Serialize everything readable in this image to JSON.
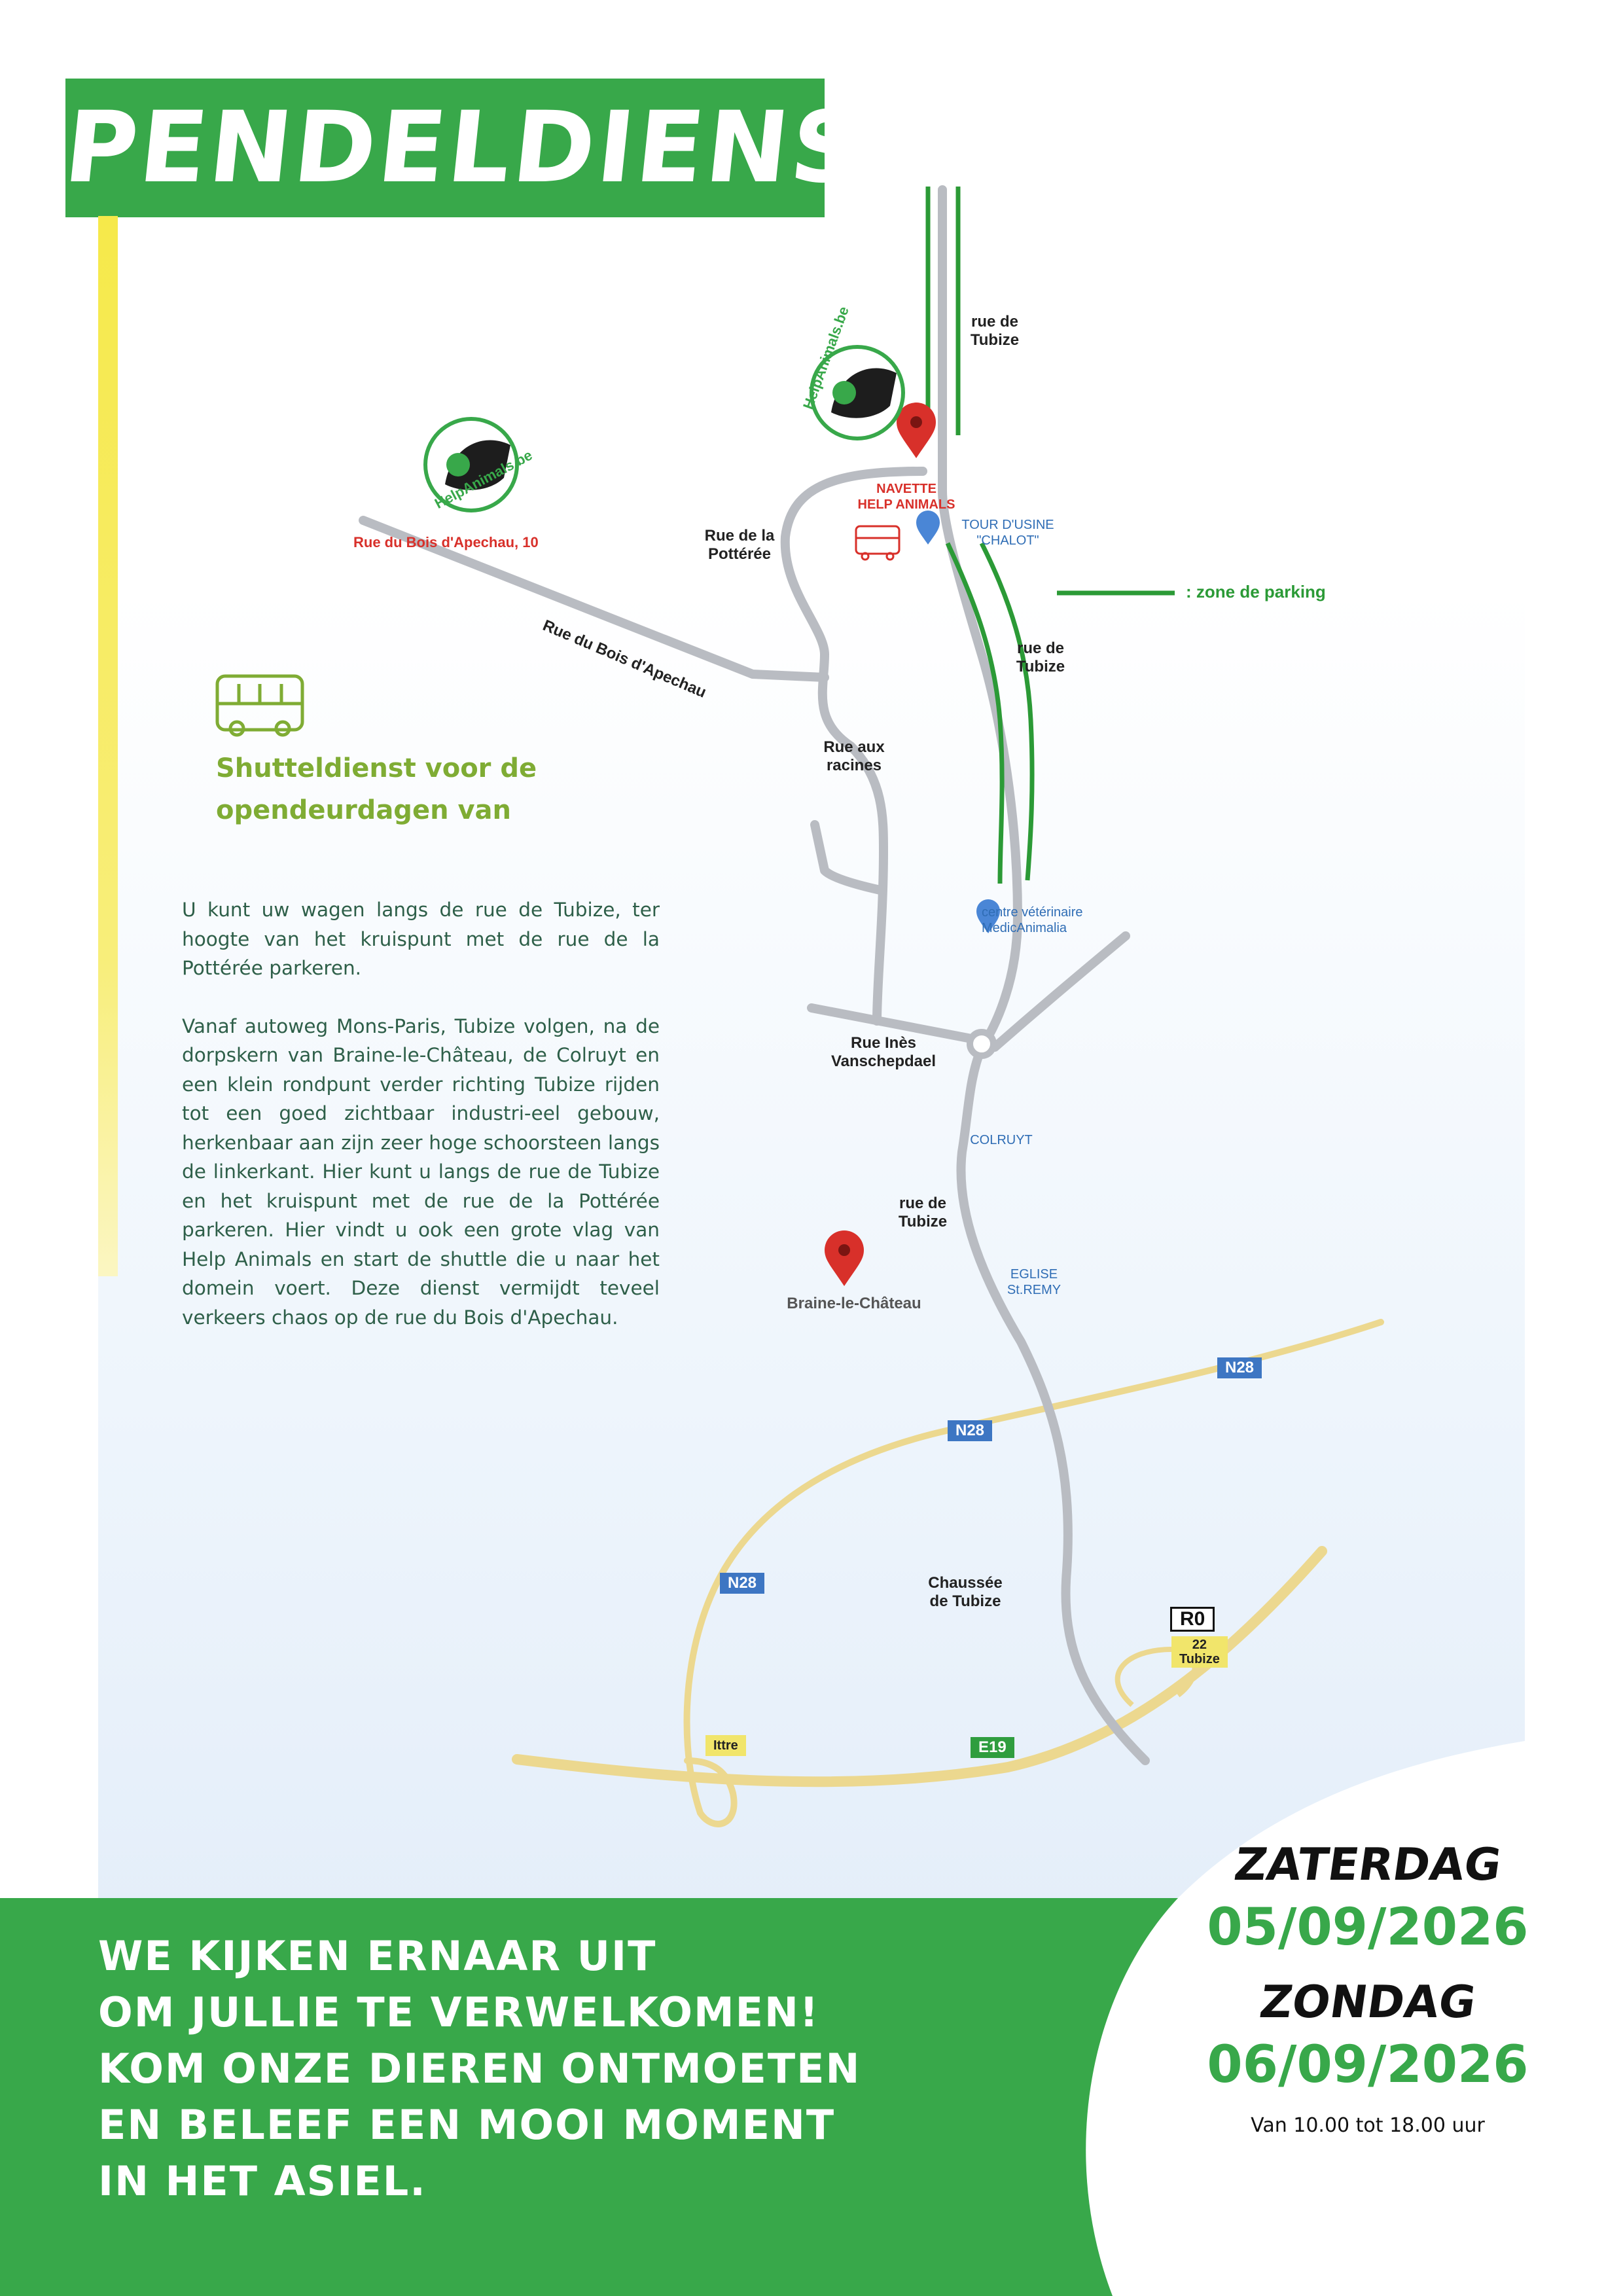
{
  "title": "PENDELDIENST",
  "colors": {
    "brand_green": "#38a84a",
    "accent_yellow": "#f6e94a",
    "road_gray": "#b9bcc2",
    "highway_yellow": "#ecd88f",
    "parking_green": "#2b9a36",
    "pin_red": "#d8302a",
    "pin_blue": "#4a86d6"
  },
  "logos": {
    "brand": "HelpAnimals.be",
    "icon": "animals-logo-icon"
  },
  "map": {
    "address": "Rue du Bois d'Apechau, 10",
    "roads": {
      "bois_apechau": "Rue du Bois d'Apechau",
      "potteree": "Rue de la\nPottérée",
      "racines": "Rue aux\nracines",
      "ines": "Rue Inès\nVanschepdael",
      "tubize_top": "rue de\nTubize",
      "tubize_mid": "rue de\nTubize",
      "tubize_low": "rue de\nTubize",
      "chaussee": "Chaussée\nde Tubize"
    },
    "pois": {
      "navette": "NAVETTE\nHELP ANIMALS",
      "tour": "TOUR D'USINE\n\"CHALOT\"",
      "veterinaire": "centre vétérinaire\nMedicAnimalia",
      "colruyt": "COLRUYT",
      "eglise": "EGLISE\nSt.REMY",
      "braine": "Braine-le-Château"
    },
    "highways": {
      "n28_a": "N28",
      "n28_b": "N28",
      "n28_c": "N28",
      "e19": "E19",
      "r0": "R0",
      "exit22": "22\nTubize",
      "ittre": "Ittre"
    },
    "legend": {
      "parking": ":  zone de parking"
    }
  },
  "shuttle": {
    "icon": "bus-icon",
    "title": "Shutteldienst voor de opendeurdagen van"
  },
  "body": {
    "p1": "U kunt uw wagen langs de rue de Tubize, ter hoogte van het kruispunt met de rue de la Pottérée parkeren.",
    "p2": "Vanaf autoweg Mons-Paris, Tubize volgen, na de dorpskern van Braine-le-Château, de Colruyt en een klein rondpunt verder richting Tubize rijden tot een goed zichtbaar industri-eel gebouw, herkenbaar aan zijn zeer hoge schoorsteen langs de linkerkant. Hier kunt u langs de rue de Tubize en het kruispunt met de rue de la Pottérée parkeren. Hier vindt u ook een grote vlag van Help Animals en start de shuttle die u naar het domein voert. Deze dienst vermijdt teveel verkeers chaos op de rue du Bois d'Apechau."
  },
  "footer": {
    "message_lines": [
      "WE KIJKEN ERNAAR UIT",
      "OM JULLIE TE VERWELKOMEN!",
      "KOM ONZE DIEREN ONTMOETEN",
      "EN BELEEF EEN MOOI MOMENT",
      "IN HET ASIEL."
    ],
    "day1": "ZATERDAG",
    "date1": "05/09/2026",
    "day2": "ZONDAG",
    "date2": "06/09/2026",
    "hours": "Van 10.00 tot 18.00 uur"
  }
}
